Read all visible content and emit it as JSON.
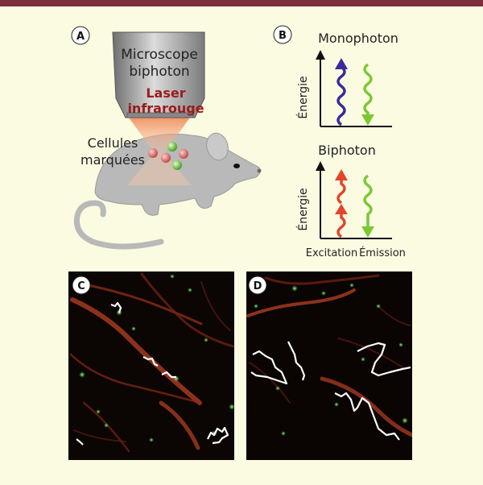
{
  "panels": {
    "a": {
      "letter": "A",
      "microscope_line1": "Microscope",
      "microscope_line2": "biphoton",
      "laser_line1": "Laser",
      "laser_line2": "infrarouge",
      "cells_line1": "Cellules",
      "cells_line2": "marquées"
    },
    "b": {
      "letter": "B",
      "mono_title": "Monophoton",
      "bi_title": "Biphoton",
      "yaxis_label": "Énergie",
      "x_excitation": "Excitation",
      "x_emission": "Émission"
    },
    "c": {
      "letter": "C"
    },
    "d": {
      "letter": "D"
    }
  },
  "colors": {
    "top_bar": "#7a2f3a",
    "background": "#fbfbe2",
    "laser_text": "#9b1b1b",
    "excitation_mono": "#3a2a9c",
    "excitation_bi": "#e0462c",
    "emission": "#7cc832",
    "mouse": "#b9b9b9"
  }
}
